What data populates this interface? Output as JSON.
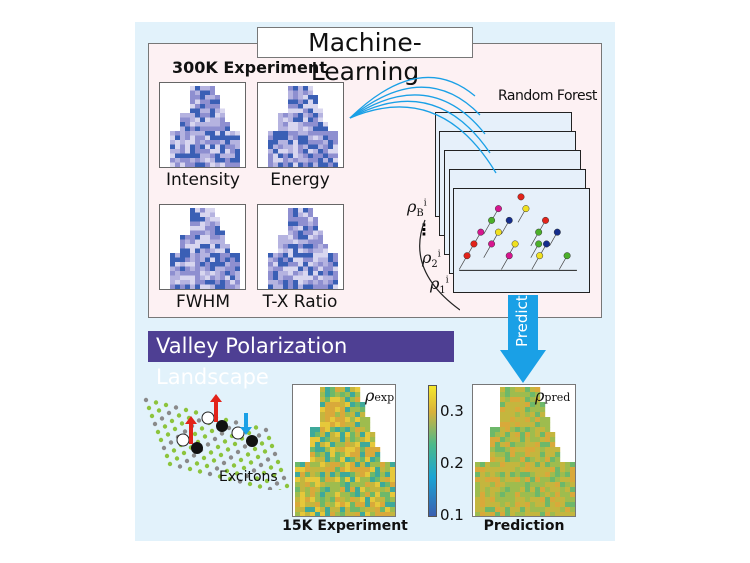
{
  "ml_title": "Machine-Learning",
  "experiment_300k": "300K Experiment",
  "maps": [
    {
      "label": "Intensity"
    },
    {
      "label": "Energy"
    },
    {
      "label": "FWHM"
    },
    {
      "label": "T-X Ratio"
    }
  ],
  "random_forest_label": "Random Forest",
  "tree_outputs": {
    "b": "ρ",
    "b_sub": "B",
    "two": "ρ",
    "two_sub": "2",
    "one": "ρ",
    "one_sub": "1",
    "sup": "i",
    "dots": "⋮"
  },
  "predict_label": "Predict",
  "section_title": "Valley Polarization Landscape",
  "excitons_label": "Excitons",
  "heatmap_exp": {
    "symbol": "ρ",
    "subscript": "exp",
    "caption": "15K Experiment"
  },
  "heatmap_pred": {
    "symbol": "ρ",
    "subscript": "pred",
    "caption": "Prediction"
  },
  "colorbar": {
    "ticks": [
      "0.3",
      "0.2",
      "0.1"
    ],
    "min": 0.1,
    "max": 0.34
  },
  "colors": {
    "bg": "#e2f2fb",
    "accent_blue": "#1aa0e6",
    "section": "#4e3f93"
  }
}
